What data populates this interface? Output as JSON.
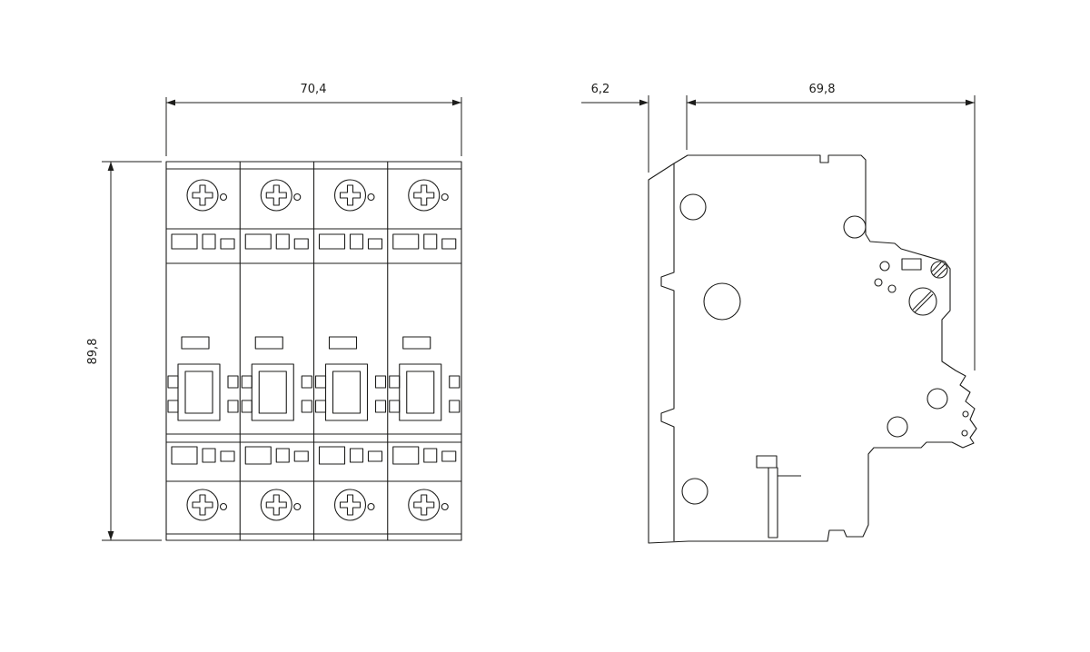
{
  "drawing": {
    "type": "technical-dimension-drawing",
    "background": "#ffffff",
    "line_color": "#1d1d1b",
    "front_view": {
      "width_label": "70,4",
      "height_label": "89,8"
    },
    "side_view": {
      "flange_depth_label": "6,2",
      "body_depth_label": "69,8"
    }
  }
}
